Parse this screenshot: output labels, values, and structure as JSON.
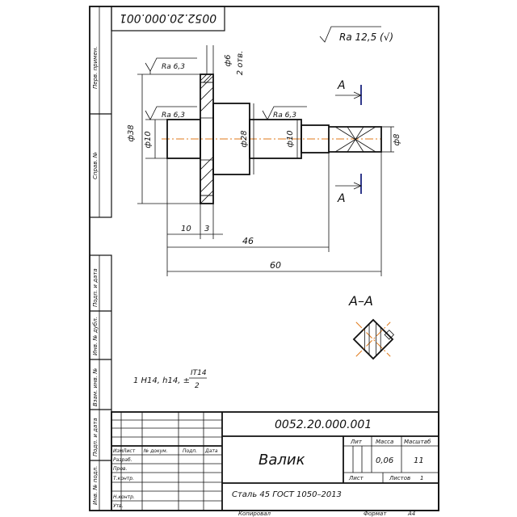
{
  "top_code": "0052.20.000.001",
  "roughness_general": "Ra 12,5 (√)",
  "side_labels": {
    "perv_primen": "Перв. примен.",
    "sprav_no": "Справ. №",
    "podp_data1": "Подп. и дата",
    "inv_dubl": "Инв. № дубл.",
    "vzam_inv": "Взам. инв. №",
    "podp_data2": "Подп. и дата",
    "inv_podl": "Инв. № подл."
  },
  "dims": {
    "d38": "ф38",
    "d10_left": "ф10",
    "d28": "ф28",
    "d10_right": "ф10",
    "d8": "ф8",
    "d6": "ф6",
    "holes": "2 отв.",
    "l10": "10",
    "l3": "3",
    "l46": "46",
    "l60": "60",
    "ra_top": "Ra 6,3",
    "ra_left": "Ra 6,3",
    "ra_mid": "Ra 6,3"
  },
  "section": {
    "mark_top": "A",
    "mark_bottom": "A",
    "title": "A–A"
  },
  "note": {
    "prefix": "1 H14, h14, ±",
    "numerator": "IT14",
    "denominator": "2"
  },
  "title_block": {
    "designation": "0052.20.000.001",
    "name": "Валик",
    "material": "Сталь 45 ГОСТ 1050–2013",
    "col_lit": "Лит",
    "col_mass": "Масса",
    "col_scale": "Масштаб",
    "mass": "0,06",
    "scale": "11",
    "sheet_label": "Лист",
    "sheets_label": "Листов",
    "sheets_value": "1",
    "hdr_izm": "Изм",
    "hdr_list": "Лист",
    "hdr_doc": "№ докум.",
    "hdr_podp": "Подп.",
    "hdr_data": "Дата",
    "row_razrab": "Разраб.",
    "row_prov": "Пров.",
    "row_tkontr": "Т.контр.",
    "row_nkontr": "Н.контр.",
    "row_utv": "Утв."
  },
  "footer": {
    "copied": "Копировал",
    "format_label": "Формат",
    "format_value": "А4"
  }
}
